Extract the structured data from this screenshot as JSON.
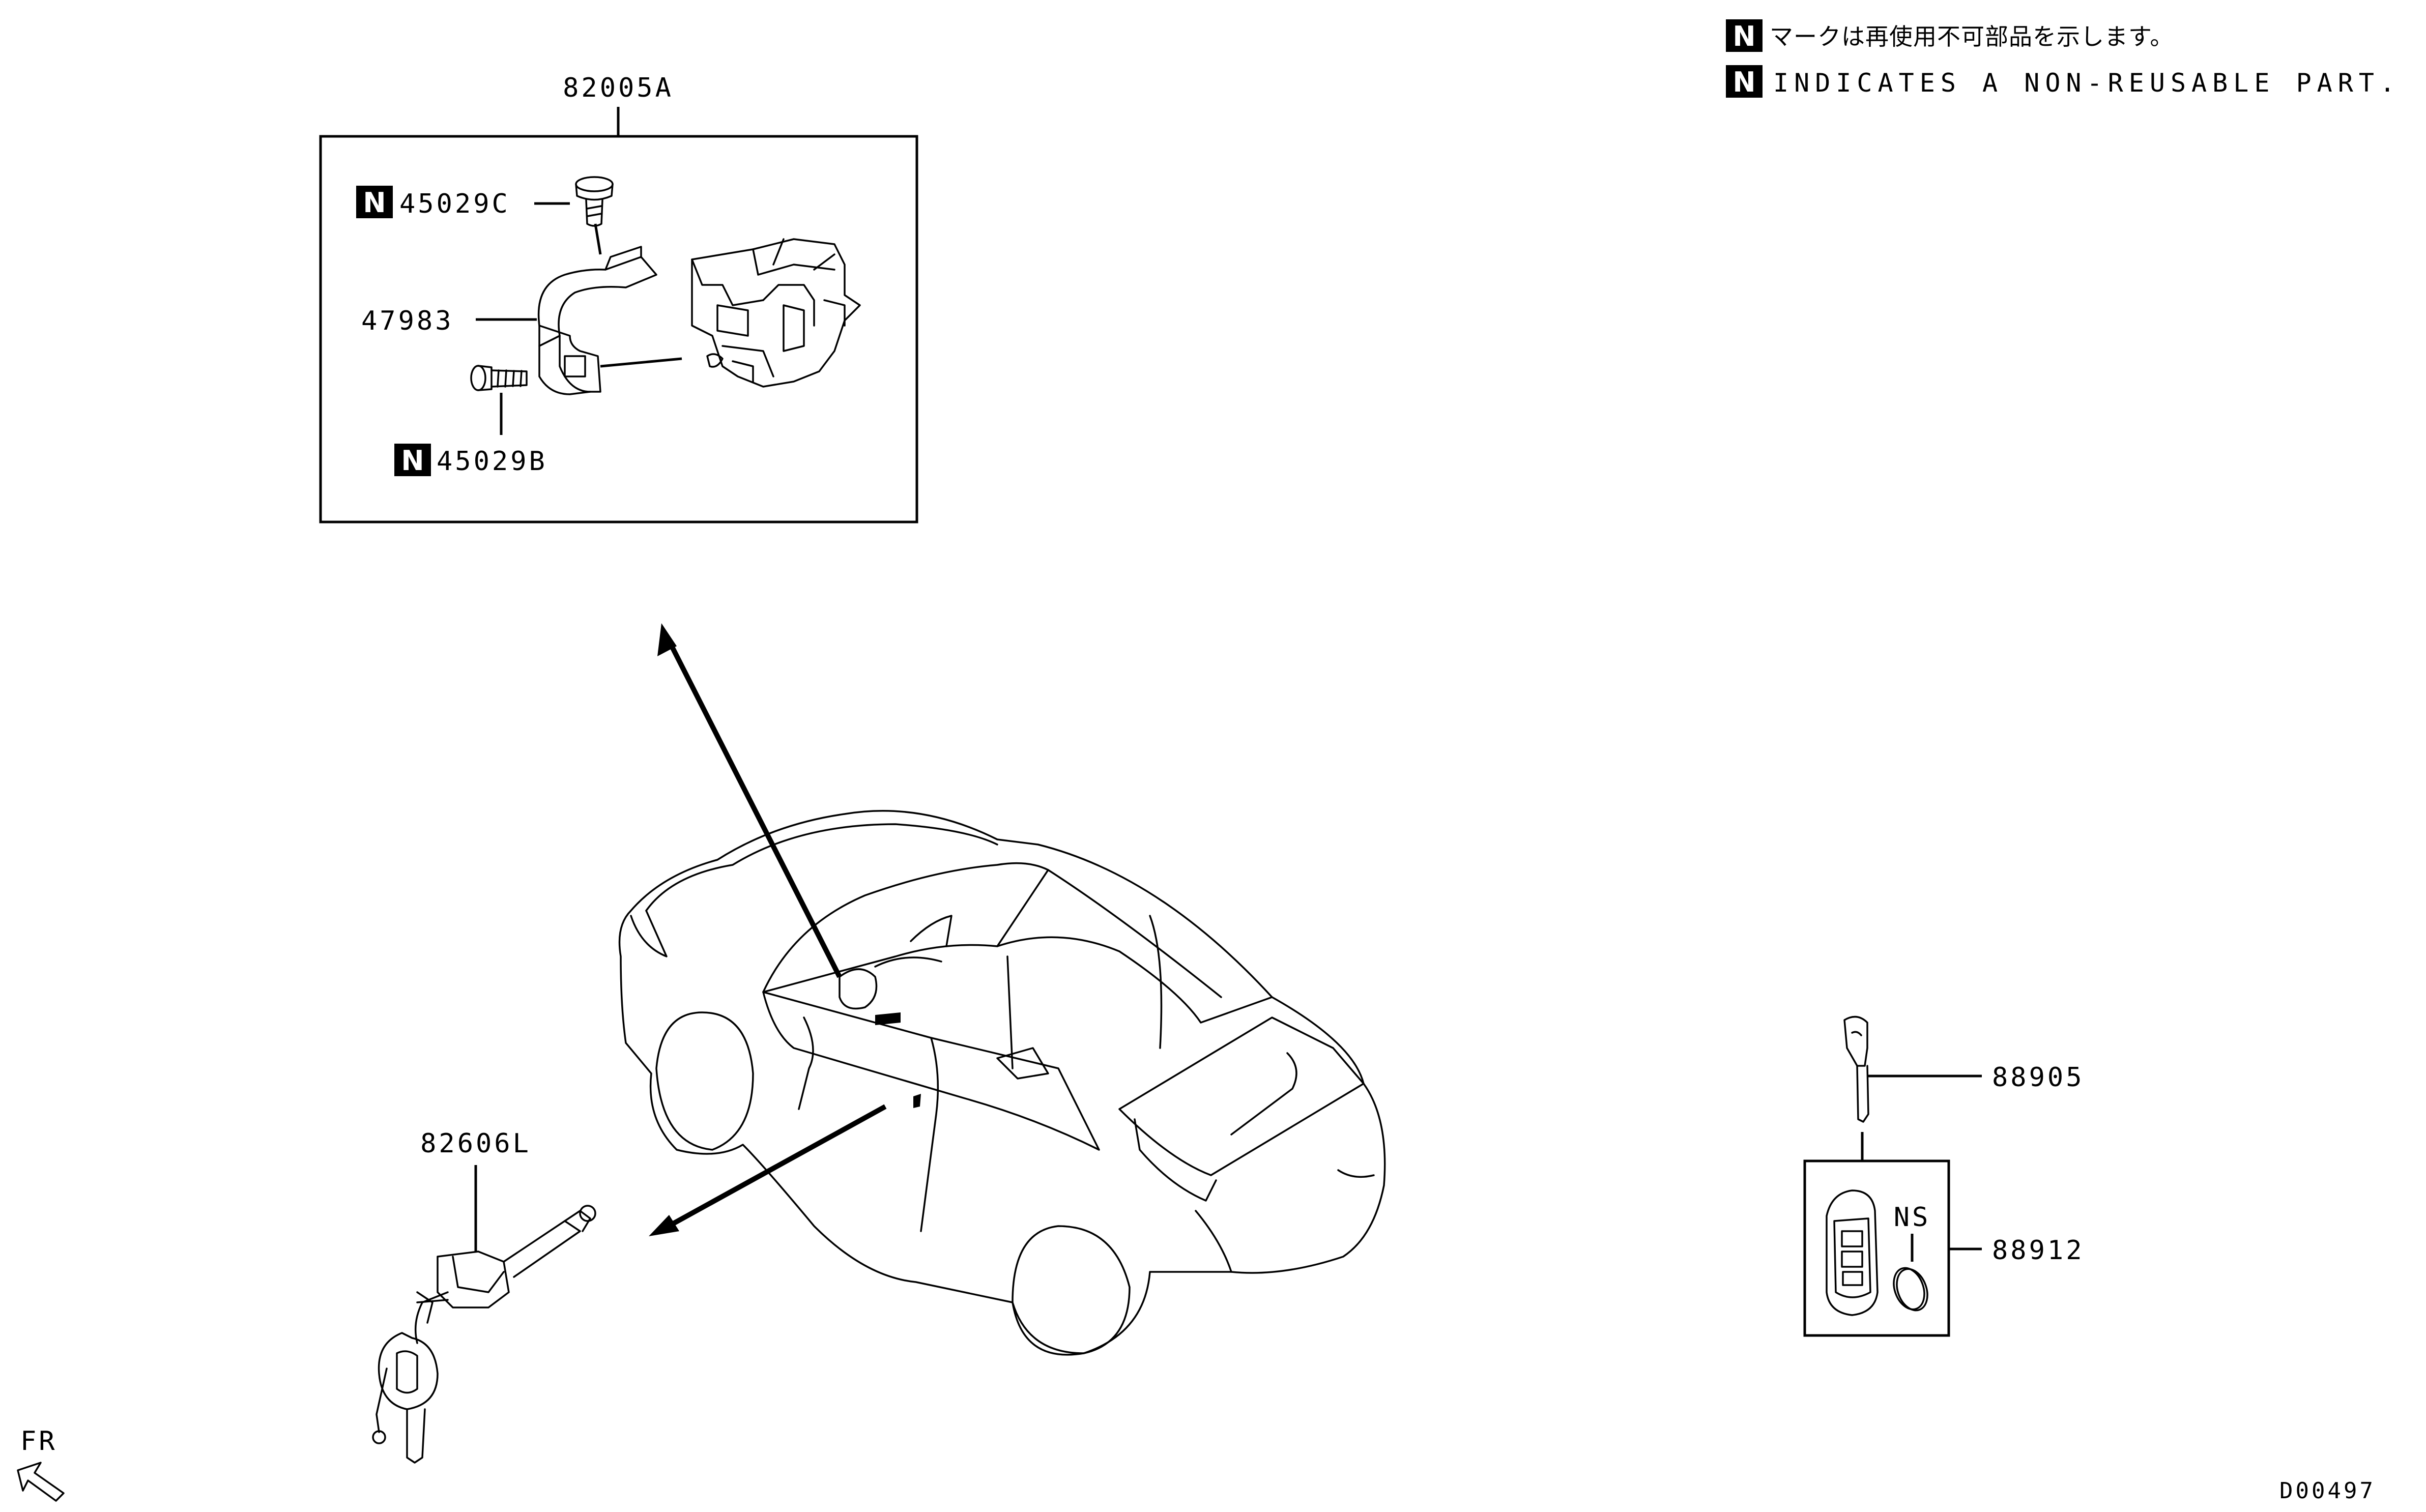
{
  "notes": {
    "badge_letter": "N",
    "japanese": "マークは再使用不可部品を示します。",
    "english": "INDICATES A NON-REUSABLE PART."
  },
  "labels": {
    "assembly": "82005A",
    "screw_upper": "45029C",
    "bracket": "47983",
    "screw_lower": "45029B",
    "door_cylinder": "82606L",
    "key_blank": "88905",
    "remote": "88912",
    "ns": "NS"
  },
  "orientation": "FR",
  "diagram_code": "D00497"
}
